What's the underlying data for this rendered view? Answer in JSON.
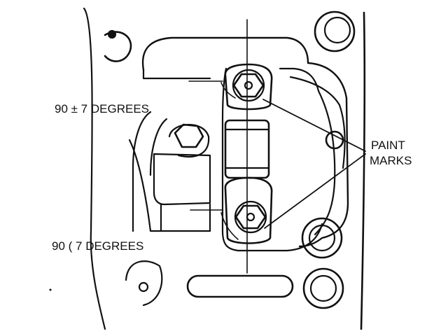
{
  "labels": {
    "upper_torque": "90 ± 7 DEGREES",
    "lower_torque": "90 ( 7 DEGREES",
    "paint": "PAINT",
    "marks": "MARKS"
  },
  "colors": {
    "ink": "#111111",
    "paper": "#ffffff"
  }
}
